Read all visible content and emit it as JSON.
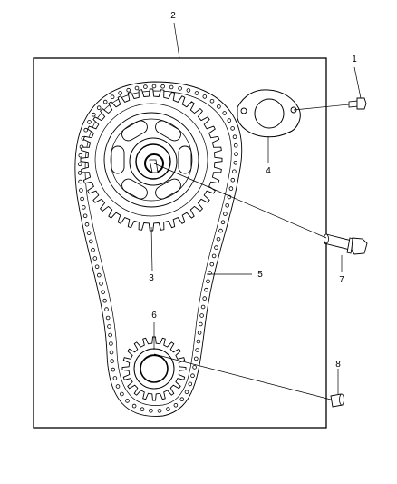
{
  "diagram": {
    "callouts": [
      {
        "id": "1",
        "text": "1",
        "part": "bolt-small"
      },
      {
        "id": "2",
        "text": "2",
        "part": "frame"
      },
      {
        "id": "3",
        "text": "3",
        "part": "camshaft-sprocket"
      },
      {
        "id": "4",
        "text": "4",
        "part": "gasket-plate"
      },
      {
        "id": "5",
        "text": "5",
        "part": "timing-chain"
      },
      {
        "id": "6",
        "text": "6",
        "part": "crankshaft-sprocket"
      },
      {
        "id": "7",
        "text": "7",
        "part": "sprocket-bolt"
      },
      {
        "id": "8",
        "text": "8",
        "part": "key-pin"
      }
    ],
    "camshaft_sprocket_teeth": 40,
    "crankshaft_sprocket_teeth": 20
  }
}
